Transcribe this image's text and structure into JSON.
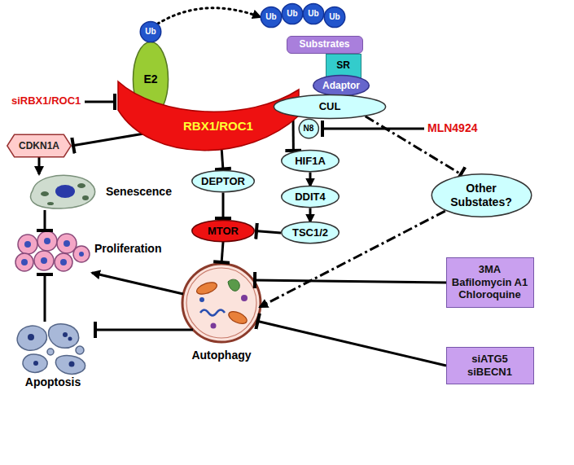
{
  "diagram": {
    "nodes": [
      {
        "text": [
          "E2"
        ]
      },
      {
        "text": [
          "Ub"
        ]
      },
      {
        "text": [
          "Ub"
        ]
      },
      {
        "text": [
          "Ub"
        ]
      },
      {
        "text": [
          "Ub"
        ]
      },
      {
        "text": [
          "Ub"
        ]
      },
      {
        "text": [
          "Substrates"
        ]
      },
      {
        "text": [
          "SR"
        ]
      },
      {
        "text": [
          "Adaptor"
        ]
      },
      {
        "text": [
          "CUL"
        ]
      },
      {
        "text": [
          "N8"
        ]
      },
      {
        "text": [
          "RBX1/ROC1"
        ]
      },
      {
        "text": [
          "CDKN1A"
        ]
      },
      {
        "text": [
          "Senescence"
        ]
      },
      {
        "text": [
          "Proliferation"
        ]
      },
      {
        "text": [
          "DEPTOR"
        ]
      },
      {
        "text": [
          "MTOR"
        ]
      },
      {
        "text": [
          "HIF1A"
        ]
      },
      {
        "text": [
          "DDIT4"
        ]
      },
      {
        "text": [
          "TSC1/2"
        ]
      },
      {
        "text": [
          "Other Substates?"
        ]
      },
      {
        "text": [
          "Autophagy"
        ]
      },
      {
        "text": [
          "Apoptosis"
        ]
      },
      {
        "text": [
          "3MA",
          "Bafilomycin A1",
          "Chloroquine"
        ]
      },
      {
        "text": [
          "siATG5",
          "siBECN1"
        ]
      }
    ],
    "edges": [
      {
        "from": 1,
        "to": 2,
        "arrow": "to"
      },
      {
        "from": 11,
        "to": 12,
        "arrow": "to"
      },
      {
        "from": 12,
        "to": 13,
        "arrow": "to"
      },
      {
        "from": 13,
        "to": 14,
        "arrow": "to"
      },
      {
        "from": 11,
        "to": 15,
        "arrow": "to"
      },
      {
        "from": 15,
        "to": 16,
        "arrow": "to"
      },
      {
        "from": 9,
        "to": 17,
        "arrow": "to"
      },
      {
        "from": 17,
        "to": 18,
        "arrow": "to"
      },
      {
        "from": 18,
        "to": 19,
        "arrow": "to"
      },
      {
        "from": 19,
        "to": 16,
        "arrow": "to"
      },
      {
        "from": 9,
        "to": 20,
        "arrow": "to"
      },
      {
        "from": 20,
        "to": 21,
        "arrow": "to"
      },
      {
        "from": 16,
        "to": 21,
        "arrow": "to"
      },
      {
        "from": 21,
        "to": 14,
        "arrow": "to"
      },
      {
        "from": 21,
        "to": 22,
        "arrow": "to"
      },
      {
        "from": 22,
        "to": 14,
        "arrow": "to"
      },
      {
        "from": 23,
        "to": 21,
        "arrow": "to"
      },
      {
        "from": 24,
        "to": 21,
        "arrow": "to"
      }
    ],
    "labels": [
      "siRBX1/ROC1",
      "MLN4924"
    ]
  }
}
